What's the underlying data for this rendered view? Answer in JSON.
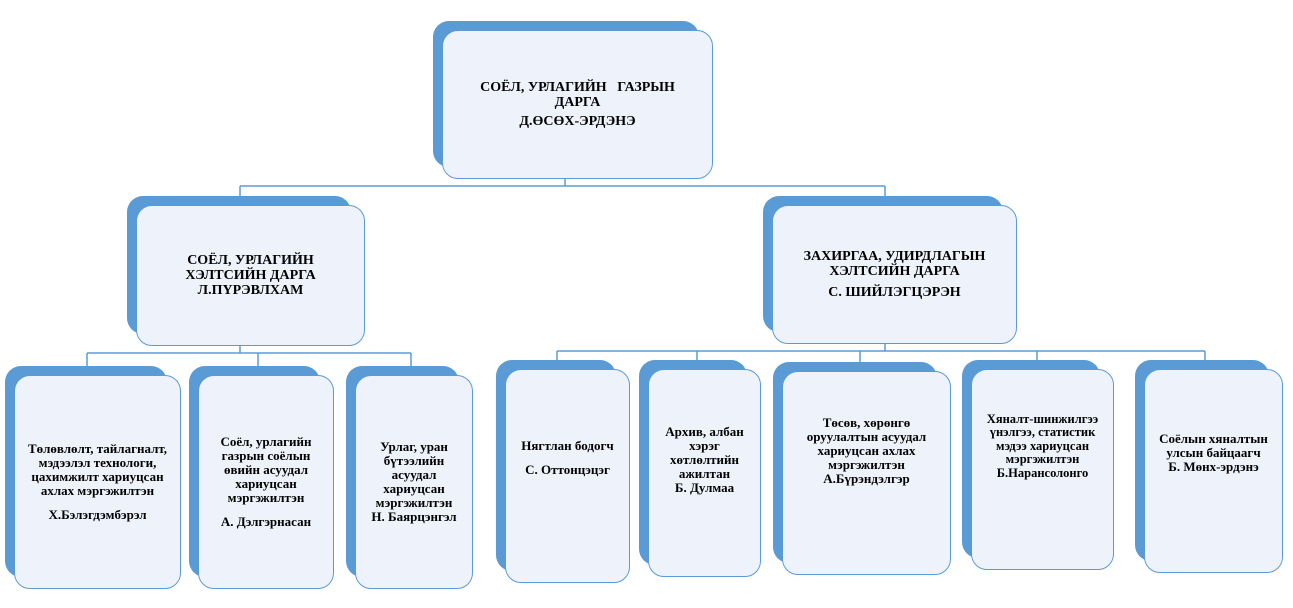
{
  "colors": {
    "accent": "#5b9bd5",
    "box_fill": "#eef3fb",
    "connector": "#5b9bd5"
  },
  "head": {
    "title_line1": "СОЁЛ, УРЛАГИЙН   ГАЗРЫН",
    "title_line2": "ДАРГА",
    "name": "Д.ӨСӨХ-ЭРДЭНЭ"
  },
  "dept_culture": {
    "title": "СОЁЛ, УРЛАГИЙН ХЭЛТСИЙН ДАРГА",
    "name": "Л.ПҮРЭВЛХАМ"
  },
  "dept_admin": {
    "title": "ЗАХИРГАА, УДИРДЛАГЫН ХЭЛТСИЙН ДАРГА",
    "name": "С. ШИЙЛЭГЦЭРЭН"
  },
  "staff": [
    {
      "role": "Төлөвлөлт, тайлагналт, мэдээлэл технологи, цахимжилт хариуцсан ахлах мэргэжилтэн",
      "name": "Х.Бэлэгдэмбэрэл"
    },
    {
      "role": "Соёл, урлагийн газрын соёлын өвийн асуудал хариуцсан мэргэжилтэн",
      "name": "А. Дэлгэрнасан"
    },
    {
      "role": "Урлаг, уран бүтээлийн асуудал хариуцсан мэргэжилтэн",
      "name": "Н. Баярцэнгэл"
    },
    {
      "role": "Нягтлан бодогч",
      "name": "С. Оттонцэцэг"
    },
    {
      "role": "Архив, албан хэрэг хөтлөлтийн ажилтан",
      "name": "Б. Дулмаа"
    },
    {
      "role": "Төсөв, хөрөнгө оруулалтын асуудал хариуцсан ахлах мэргэжилтэн",
      "name": "А.Бүрэндэлгэр"
    },
    {
      "role": "Хяналт-шинжилгээ үнэлгээ, статистик мэдээ хариуцсан мэргэжилтэн",
      "name": "Б.Нарансолонго"
    },
    {
      "role": "Соёлын хяналтын улсын байцаагч",
      "name": "Б. Мөнх-эрдэнэ"
    }
  ]
}
